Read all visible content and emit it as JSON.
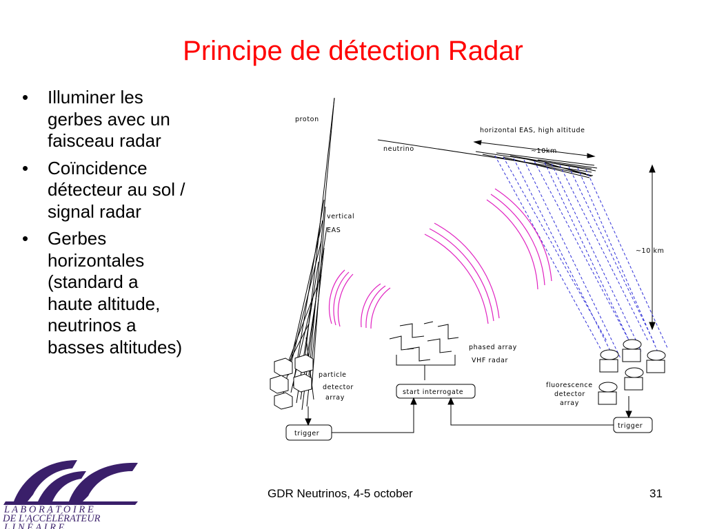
{
  "slide": {
    "title": "Principe de détection Radar",
    "bullets": [
      {
        "marker": "•",
        "lines": [
          "Illuminer les",
          "gerbes avec un",
          "faisceau radar"
        ]
      },
      {
        "marker": "•",
        "lines": [
          "Coïncidence",
          "détecteur au sol /",
          "signal radar"
        ]
      },
      {
        "marker": "•",
        "lines": [
          "Gerbes",
          "horizontales",
          "(standard a",
          "haute altitude,",
          "neutrinos a",
          "basses altitudes)"
        ]
      }
    ]
  },
  "diagram": {
    "labels": {
      "proton": "proton",
      "neutrino": "neutrino",
      "horizontal_eas": "horizontal EAS, high altitude",
      "dist_10km_h": "~10km",
      "vertical": "vertical",
      "eas": "EAS",
      "dist_10km_v": "~10 km",
      "phased_array": "phased array",
      "vhf_radar": "VHF radar",
      "particle": "particle",
      "detector": "detector",
      "array": "array",
      "start_interrogate": "start interrogate",
      "fluorescence": "fluorescence",
      "fluo_detector": "detector",
      "fluo_array": "array",
      "trigger_left": "trigger",
      "trigger_right": "trigger"
    },
    "colors": {
      "radar_wave": "#e020c0",
      "fluorescence_rays": "#2f2fd8",
      "lines": "#000000"
    }
  },
  "footer": {
    "event": "GDR Neutrinos, 4-5 october",
    "page_number": "31"
  },
  "logo": {
    "line1": "L A B O R A T O I R E",
    "line2": "DE L'ACCÉLÉRATEUR",
    "line3": "L I N É A I R E",
    "color": "#3a1f6a"
  }
}
